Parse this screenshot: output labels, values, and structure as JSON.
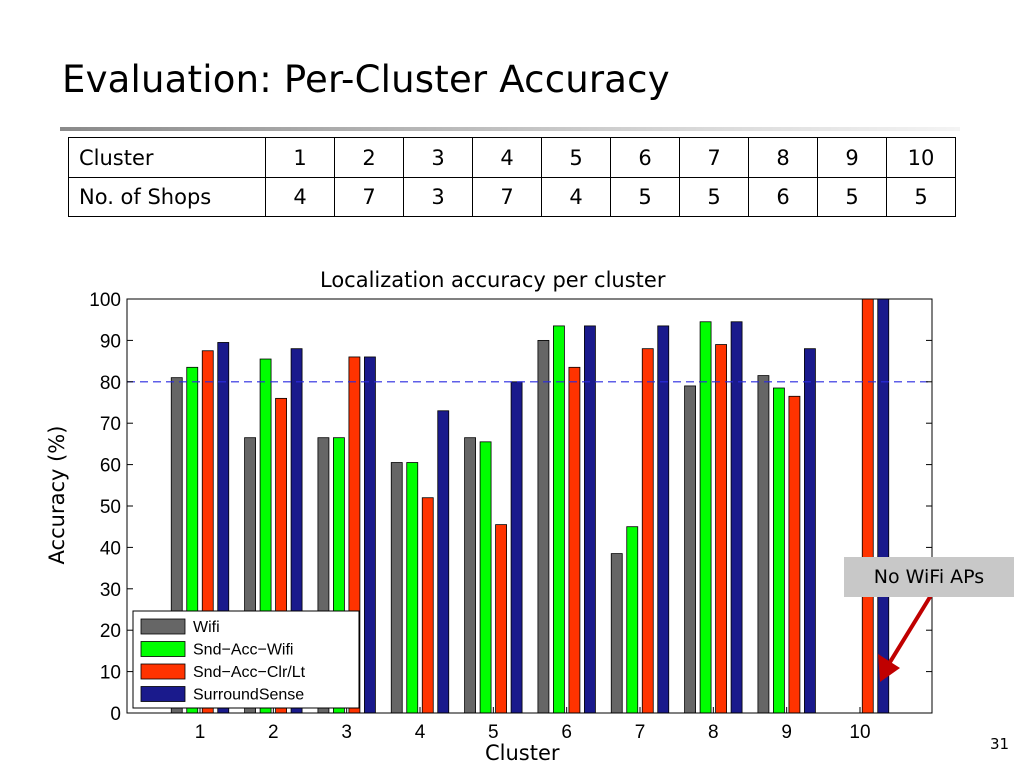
{
  "slide": {
    "title": "Evaluation: Per-Cluster Accuracy",
    "page_number": "31",
    "callout": "No WiFi APs"
  },
  "table": {
    "rows": [
      {
        "label": "Cluster",
        "values": [
          "1",
          "2",
          "3",
          "4",
          "5",
          "6",
          "7",
          "8",
          "9",
          "10"
        ]
      },
      {
        "label": "No. of Shops",
        "values": [
          "4",
          "7",
          "3",
          "7",
          "4",
          "5",
          "5",
          "6",
          "5",
          "5"
        ]
      }
    ]
  },
  "chart_data": {
    "type": "bar",
    "title": "Localization accuracy per cluster",
    "xlabel": "Cluster",
    "ylabel": "Accuracy (%)",
    "ylim": [
      0,
      100
    ],
    "yticks": [
      0,
      10,
      20,
      30,
      40,
      50,
      60,
      70,
      80,
      90,
      100
    ],
    "categories": [
      "1",
      "2",
      "3",
      "4",
      "5",
      "6",
      "7",
      "8",
      "9",
      "10"
    ],
    "reference_line": {
      "y": 80,
      "style": "dashed",
      "color": "#2a2ae0"
    },
    "legend_position": "bottom-left",
    "grid": false,
    "series": [
      {
        "name": "Wifi",
        "color": "#666666",
        "values": [
          81,
          66.5,
          66.5,
          60.5,
          66.5,
          90,
          38.5,
          79,
          81.5,
          0
        ]
      },
      {
        "name": "Snd−Acc−Wifi",
        "color": "#00ff00",
        "values": [
          83.5,
          85.5,
          66.5,
          60.5,
          65.5,
          93.5,
          45,
          94.5,
          78.5,
          0
        ]
      },
      {
        "name": "Snd−Acc−Clr/Lt",
        "color": "#ff3300",
        "values": [
          87.5,
          76,
          86,
          52,
          45.5,
          83.5,
          88,
          89,
          76.5,
          100
        ]
      },
      {
        "name": "SurroundSense",
        "color": "#1a1a8c",
        "values": [
          89.5,
          88,
          86,
          73,
          80,
          93.5,
          93.5,
          94.5,
          88,
          100
        ]
      }
    ]
  }
}
